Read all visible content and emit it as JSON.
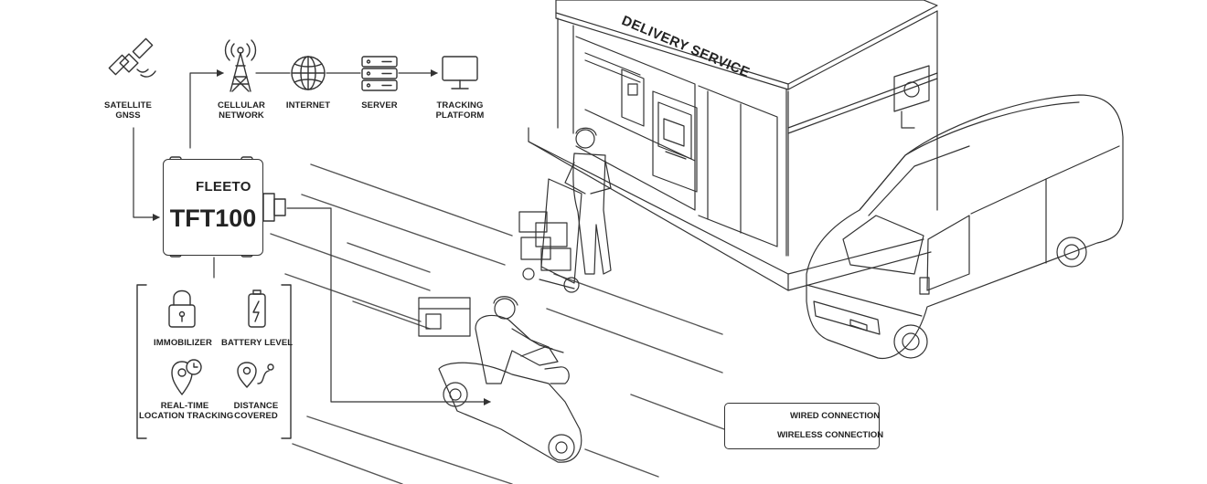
{
  "network": {
    "satellite": [
      "SATELLITE",
      "GNSS"
    ],
    "cellular": [
      "CELLULAR",
      "NETWORK"
    ],
    "internet": [
      "INTERNET"
    ],
    "server": [
      "SERVER"
    ],
    "tracking": [
      "TRACKING",
      "PLATFORM"
    ]
  },
  "device": {
    "brand": "FLEETO",
    "model": "TFT100"
  },
  "features": {
    "immobilizer": [
      "IMMOBILIZER"
    ],
    "battery": [
      "BATTERY LEVEL"
    ],
    "location": [
      "REAL-TIME",
      "LOCATION TRACKING"
    ],
    "distance": [
      "DISTANCE",
      "COVERED"
    ]
  },
  "store": {
    "sign": "DELIVERY SERVICE"
  },
  "legend": {
    "wired": "WIRED CONNECTION",
    "wireless": "WIRELESS CONNECTION"
  },
  "colors": {
    "brand_red": "#e0312b",
    "line": "#333333"
  }
}
